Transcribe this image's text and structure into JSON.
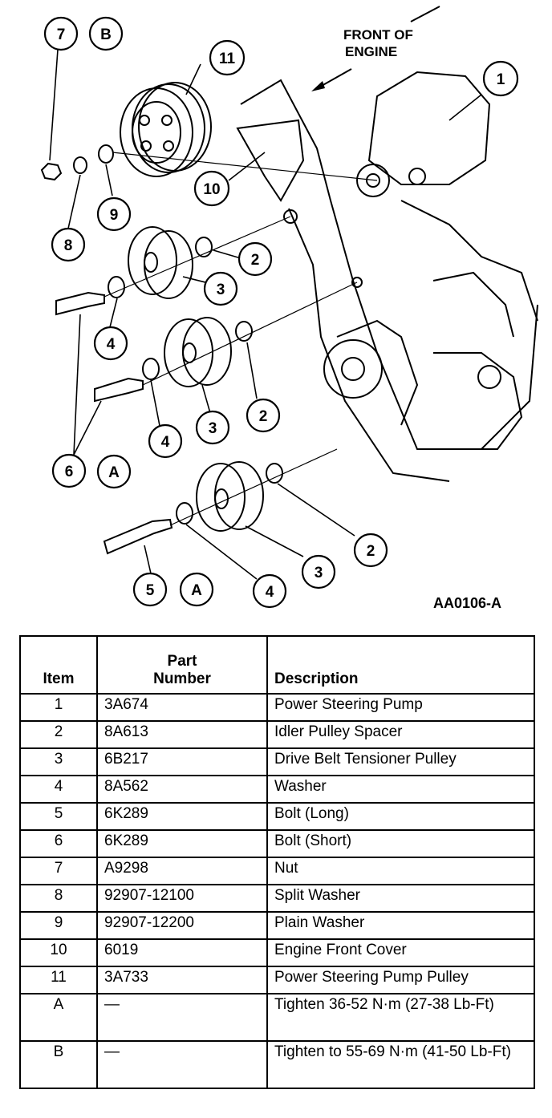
{
  "diagram": {
    "front_label_line1": "FRONT OF",
    "front_label_line2": "ENGINE",
    "figure_id": "AA0106-A",
    "callouts": {
      "c7": "7",
      "cB": "B",
      "c11": "11",
      "c1": "1",
      "c10": "10",
      "c9": "9",
      "c8": "8",
      "c2a": "2",
      "c3a": "3",
      "c4a": "4",
      "c2b": "2",
      "c3b": "3",
      "c4b": "4",
      "c6": "6",
      "cA1": "A",
      "c2c": "2",
      "c3c": "3",
      "c4c": "4",
      "c5": "5",
      "cA2": "A"
    }
  },
  "table": {
    "headers": {
      "item": "Item",
      "part_line1": "Part",
      "part_line2": "Number",
      "description": "Description"
    },
    "rows": [
      {
        "item": "1",
        "part": "3A674",
        "description": "Power Steering Pump"
      },
      {
        "item": "2",
        "part": "8A613",
        "description": "Idler Pulley Spacer"
      },
      {
        "item": "3",
        "part": "6B217",
        "description": "Drive Belt Tensioner Pulley"
      },
      {
        "item": "4",
        "part": "8A562",
        "description": "Washer"
      },
      {
        "item": "5",
        "part": "6K289",
        "description": "Bolt (Long)"
      },
      {
        "item": "6",
        "part": "6K289",
        "description": "Bolt (Short)"
      },
      {
        "item": "7",
        "part": "A9298",
        "description": "Nut"
      },
      {
        "item": "8",
        "part": "92907-12100",
        "description": "Split Washer"
      },
      {
        "item": "9",
        "part": "92907-12200",
        "description": "Plain Washer"
      },
      {
        "item": "10",
        "part": "6019",
        "description": "Engine Front Cover"
      },
      {
        "item": "11",
        "part": "3A733",
        "description": "Power Steering Pump Pulley"
      },
      {
        "item": "A",
        "part": "—",
        "description": "Tighten 36-52 N·m (27-38 Lb-Ft)"
      },
      {
        "item": "B",
        "part": "—",
        "description": "Tighten to 55-69 N·m (41-50 Lb-Ft)"
      }
    ]
  }
}
